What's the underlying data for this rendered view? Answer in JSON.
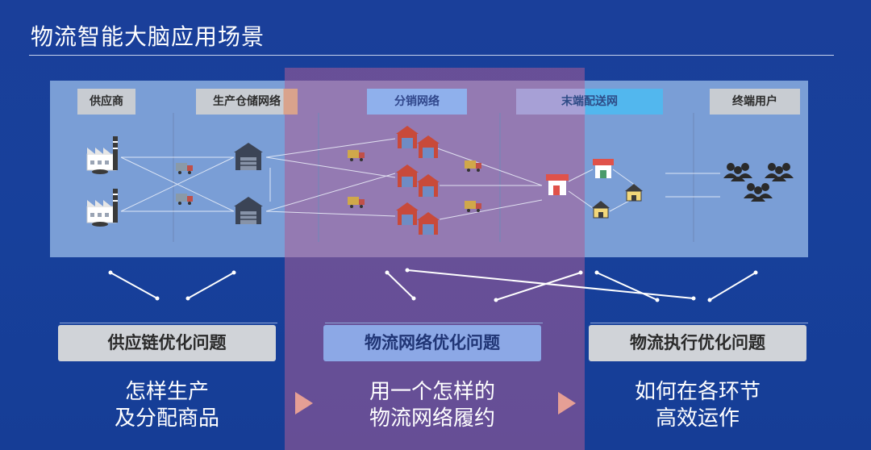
{
  "title": "物流智能大脑应用场景",
  "stages": {
    "supplier": "供应商",
    "production": "生产仓储网络",
    "distribution": "分销网络",
    "last_mile": "末端配送网",
    "end_user": "终端用户"
  },
  "problems": [
    {
      "label": "供应链优化问题",
      "desc": "怎样生产\n及分配商品"
    },
    {
      "label": "物流网络优化问题",
      "desc": "用一个怎样的\n物流网络履约"
    },
    {
      "label": "物流执行优化问题",
      "desc": "如何在各环节\n高效运作"
    }
  ],
  "icons": {
    "factory": "factory-icon",
    "warehouse": "warehouse-icon",
    "truck": "truck-icon",
    "store": "store-icon",
    "house": "house-icon",
    "users": "user-group-icon",
    "arrow": "triangle-right-icon"
  },
  "colors": {
    "background": "#17409b",
    "panel": "#7a9ed6",
    "highlight": "#aa5c96",
    "arrow": "#e59f95",
    "store_red": "#e0524a",
    "warehouse_red": "#c84a3a"
  }
}
